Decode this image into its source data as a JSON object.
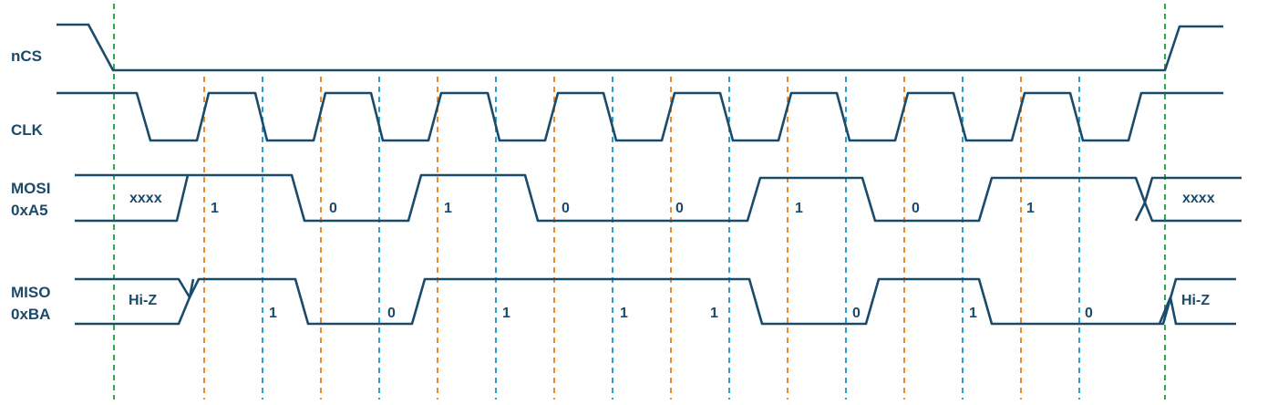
{
  "diagram": {
    "signals": {
      "ncs": {
        "label": "nCS"
      },
      "clk": {
        "label": "CLK"
      },
      "mosi": {
        "label_line1": "MOSI",
        "label_line2": "0xA5",
        "idle_left": "xxxx",
        "idle_right": "xxxx",
        "bits": [
          "1",
          "0",
          "1",
          "0",
          "0",
          "1",
          "0",
          "1"
        ]
      },
      "miso": {
        "label_line1": "MISO",
        "label_line2": "0xBA",
        "idle_left": "Hi-Z",
        "idle_right": "Hi-Z",
        "bits": [
          "1",
          "0",
          "1",
          "1",
          "1",
          "0",
          "1",
          "0"
        ]
      }
    },
    "colors": {
      "wave": "#1b4b6b",
      "cs_guide": "#2ea84a",
      "launch_guide": "#ee8a2a",
      "sample_guide": "#2a9fd0"
    }
  }
}
